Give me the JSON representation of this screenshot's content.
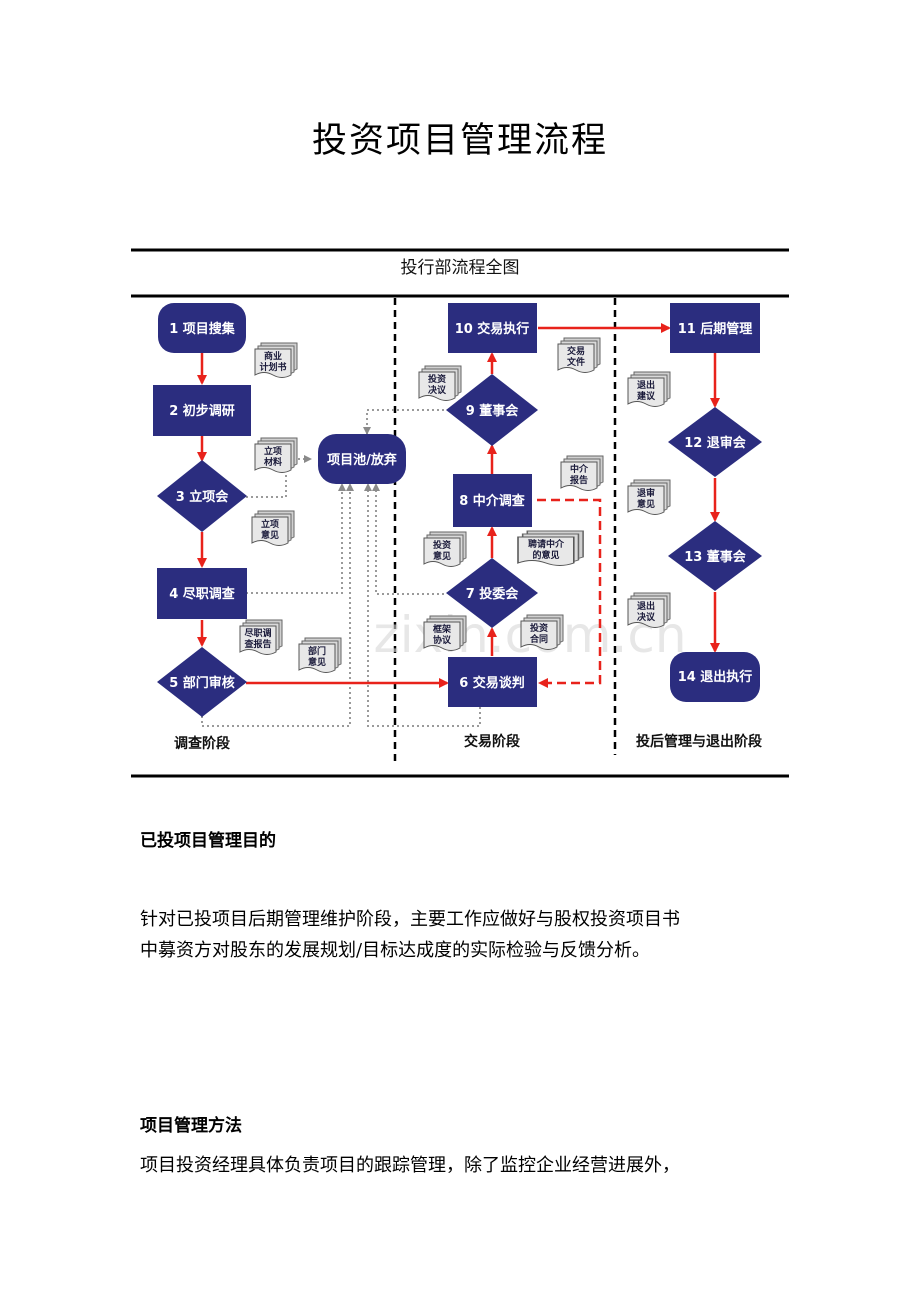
{
  "page_title": "投资项目管理流程",
  "diagram": {
    "caption": "投行部流程全图",
    "stages": {
      "research": "调查阶段",
      "transaction": "交易阶段",
      "post": "投后管理与退出阶段"
    },
    "nodes": {
      "n1": "1 项目搜集",
      "n2": "2 初步调研",
      "n3": "3 立项会",
      "n4": "4 尽职调查",
      "n5": "5 部门审核",
      "n6": "6 交易谈判",
      "n7": "7 投委会",
      "n8": "8 中介调查",
      "n9": "9 董事会",
      "n10": "10 交易执行",
      "n11": "11 后期管理",
      "n12": "12 退审会",
      "n13": "13 董事会",
      "n14": "14 退出执行",
      "pool": "项目池/放弃"
    },
    "docs": {
      "d_bp": [
        "商业",
        "计划书"
      ],
      "d_lxcl": [
        "立项",
        "材料"
      ],
      "d_lxyj": [
        "立项",
        "意见"
      ],
      "d_jzbg": [
        "尽职调",
        "查报告"
      ],
      "d_bmyj": [
        "部门",
        "意见"
      ],
      "d_kjxy": [
        "框架",
        "协议"
      ],
      "d_tzht": [
        "投资",
        "合同"
      ],
      "d_tzyj": [
        "投资",
        "意见"
      ],
      "d_pqzj": [
        "聘请中介",
        "的意见"
      ],
      "d_zjbg": [
        "中介",
        "报告"
      ],
      "d_tzjy": [
        "投资",
        "决议"
      ],
      "d_jywj": [
        "交易",
        "文件"
      ],
      "d_tcjy": [
        "退出",
        "建议"
      ],
      "d_tsyj": [
        "退审",
        "意见"
      ],
      "d_tcjy2": [
        "退出",
        "决议"
      ]
    },
    "watermark": "zixin.com.cn"
  },
  "section1": {
    "heading": "已投项目管理目的",
    "body_line1": "针对已投项目后期管理维护阶段，主要工作应做好与股权投资项目书",
    "body_line2": "中募资方对股东的发展规划/目标达成度的实际检验与反馈分析。"
  },
  "section2": {
    "heading": "项目管理方法",
    "body_line1": "项目投资经理具体负责项目的跟踪管理，除了监控企业经营进展外，"
  },
  "colors": {
    "node": "#2b2d7f",
    "arrow_red": "#e8221b",
    "dotted": "#9a9a9a",
    "doc_fill": "#e4e4e4"
  }
}
